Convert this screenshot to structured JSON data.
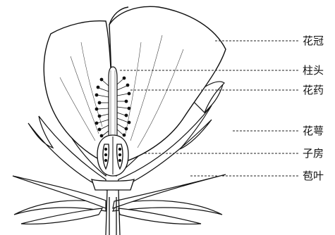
{
  "labels": {
    "corolla": "花冠",
    "stigma": "柱头",
    "anther": "花药",
    "calyx": "花萼",
    "ovary": "子房",
    "bract": "苞叶"
  }
}
